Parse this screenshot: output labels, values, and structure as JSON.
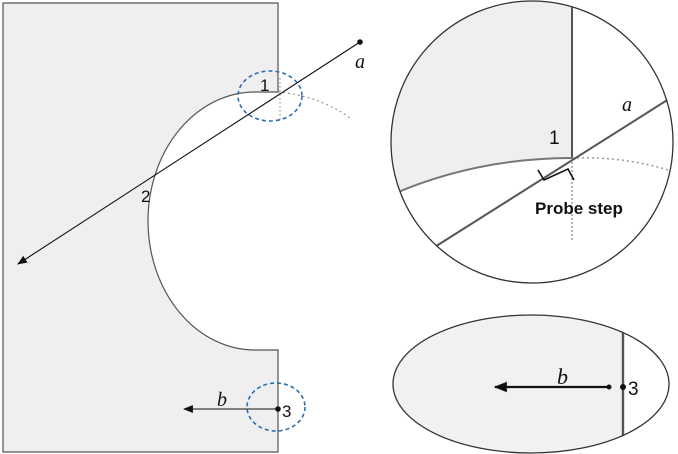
{
  "main_view": {
    "point_labels": [
      "1",
      "2",
      "3"
    ],
    "ray_labels": {
      "a": "a",
      "b": "b"
    }
  },
  "zoom_top": {
    "point_label": "1",
    "ray_label": "a",
    "annotation": "Probe step"
  },
  "zoom_bottom": {
    "point_label": "3",
    "ray_label": "b"
  },
  "colors": {
    "solid_fill": "#efefef",
    "edge": "#555555",
    "ray": "#111111",
    "highlight_circle": "#2f6db0",
    "dotted_curve": "#9a9a9a"
  }
}
